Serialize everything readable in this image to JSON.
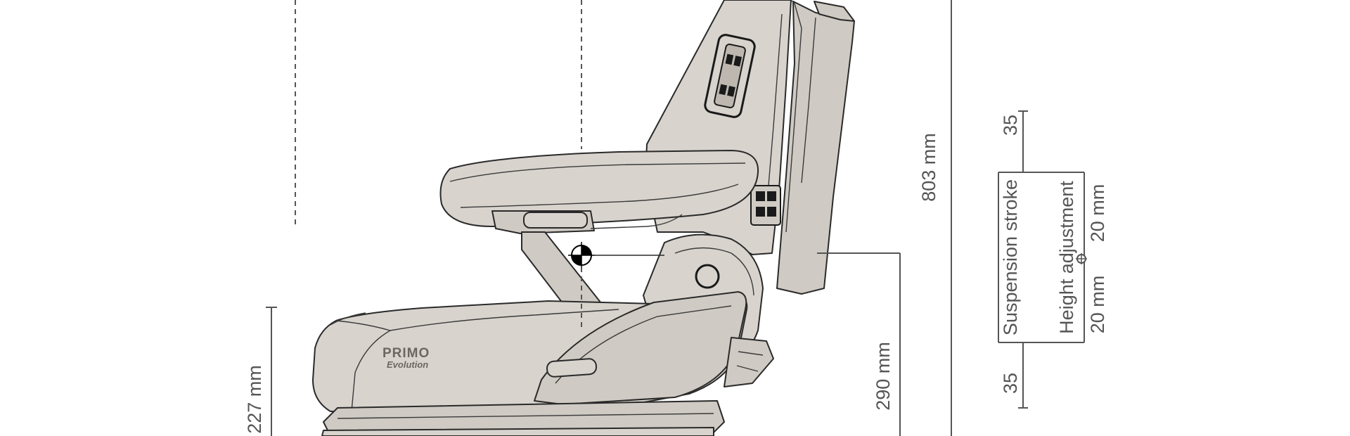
{
  "diagram": {
    "dimensions": {
      "overall_height": "803 mm",
      "seat_reference_height": "290 mm",
      "base_height": "227 mm"
    },
    "suspension": {
      "stroke_label": "Suspension stroke",
      "stroke_top": "35",
      "stroke_bottom": "35",
      "height_adjust_label": "Height adjustment",
      "height_adjust_up": "20 mm",
      "height_adjust_down": "20 mm"
    },
    "logo": {
      "brand": "PRIMO",
      "model": "Evolution"
    },
    "colors": {
      "seat_fill": "#d8d3cd",
      "outline": "#2a2a2a",
      "dimension_lines": "#555555",
      "background": "#ffffff"
    }
  }
}
